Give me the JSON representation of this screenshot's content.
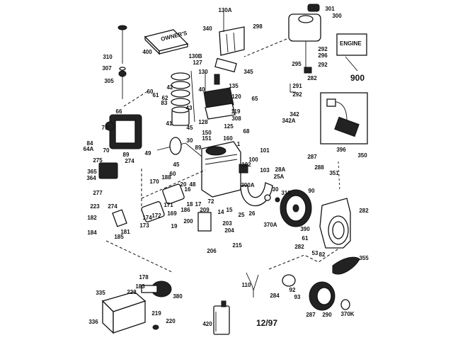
{
  "diagram": {
    "type": "exploded parts diagram",
    "engine_box_label": "ENGINE",
    "manual_label": "OWNER'S",
    "date_code": "12/97",
    "part_labels": [
      "130A",
      "301",
      "300",
      "340",
      "298",
      "400",
      "310",
      "307",
      "305",
      "130B",
      "127",
      "130",
      "345",
      "135",
      "42",
      "40",
      "60",
      "61",
      "62",
      "120",
      "65",
      "83",
      "43",
      "119",
      "308",
      "66",
      "75",
      "41",
      "128",
      "125",
      "68",
      "45",
      "150",
      "151",
      "160",
      "292",
      "296",
      "295",
      "292",
      "282",
      "291",
      "292",
      "900",
      "342",
      "342A",
      "396",
      "287",
      "288",
      "350",
      "351",
      "282",
      "84",
      "64A",
      "70",
      "89",
      "30",
      "89",
      "1",
      "49",
      "275",
      "274",
      "101",
      "100",
      "102",
      "103",
      "28A",
      "25A",
      "365",
      "45",
      "60",
      "364",
      "188",
      "170",
      "300A",
      "30",
      "313",
      "90",
      "20",
      "48",
      "16",
      "277",
      "18",
      "17",
      "72",
      "14",
      "15",
      "25",
      "26",
      "223",
      "274",
      "182",
      "171",
      "172",
      "169",
      "186",
      "209",
      "174",
      "173",
      "181",
      "184",
      "185",
      "19",
      "200",
      "203",
      "204",
      "215",
      "206",
      "370A",
      "390",
      "61",
      "282",
      "53",
      "82",
      "355",
      "178",
      "183",
      "222",
      "380",
      "335",
      "336",
      "219",
      "220",
      "110",
      "284",
      "92",
      "93",
      "287",
      "290",
      "370K",
      "420"
    ]
  }
}
